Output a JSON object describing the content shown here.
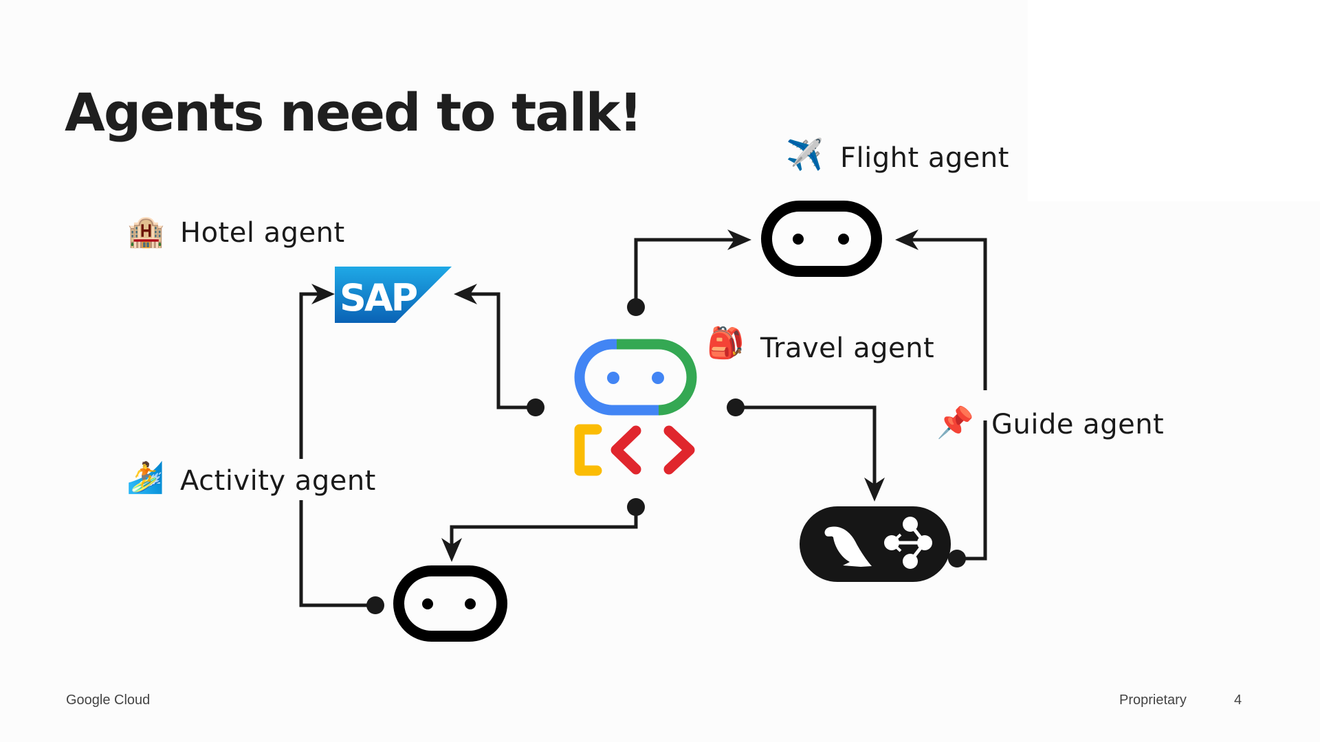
{
  "slide": {
    "title": "Agents need to talk!",
    "page_number": "4"
  },
  "footer": {
    "brand": "Google Cloud",
    "classification": "Proprietary",
    "page": "4"
  },
  "agents": {
    "flight": {
      "label": "Flight agent",
      "emoji": "✈️",
      "icon": "airplane-icon",
      "node_icon": "robot-face-icon"
    },
    "hotel": {
      "label": "Hotel agent",
      "emoji": "🏨",
      "icon": "hotel-icon",
      "node_icon": "sap-logo"
    },
    "travel": {
      "label": "Travel agent",
      "emoji": "🎒",
      "icon": "backpack-icon",
      "node_icon": "agent-dev-kit-logo"
    },
    "guide": {
      "label": "Guide agent",
      "emoji": "📌",
      "icon": "pushpin-icon",
      "node_icon": "langgraph-parrot-logo"
    },
    "activity": {
      "label": "Activity agent",
      "emoji": "🏄",
      "icon": "surfer-icon",
      "node_icon": "robot-face-icon"
    }
  },
  "logos": {
    "sap_text": "SAP"
  },
  "colors": {
    "google_blue": "#4285f4",
    "google_green": "#34a853",
    "google_yellow": "#fbbc04",
    "google_red": "#e0262d",
    "sap_blue_top": "#1fa9e6",
    "sap_blue_bottom": "#0a62b5",
    "ink": "#1a1a1a"
  },
  "connections": [
    {
      "from": "travel",
      "to": "flight"
    },
    {
      "from": "travel",
      "to": "hotel"
    },
    {
      "from": "travel",
      "to": "guide"
    },
    {
      "from": "travel",
      "to": "activity"
    },
    {
      "from": "guide",
      "to": "flight"
    },
    {
      "from": "activity",
      "to": "hotel"
    }
  ]
}
